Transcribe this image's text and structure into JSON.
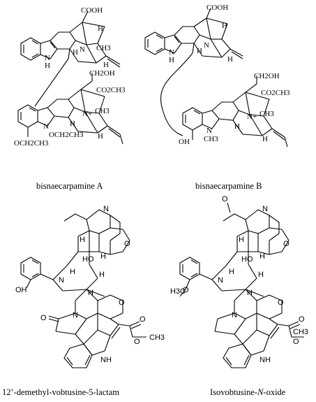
{
  "captions": {
    "a": "bisnaecarpamine A",
    "b": "bisnaecarpamine B",
    "c": "12’-demethyl-vobtusine-5-lactam",
    "d_prefix": "Isovobtusine-",
    "d_italic": "N",
    "d_suffix": "-oxide"
  },
  "atoms": {
    "cooh": "COOH",
    "ch2oh": "CH2OH",
    "co2ch3": "CO2CH3",
    "ch3": "CH3",
    "h": "H",
    "nh": "NH",
    "n": "N",
    "n_plus": "N+",
    "o": "O",
    "oh": "OH",
    "ho": "HO",
    "och2ch3": "OCH2CH3",
    "och3": "OCH3",
    "h3c": "H3C",
    "o_minus_arrow": "O"
  }
}
